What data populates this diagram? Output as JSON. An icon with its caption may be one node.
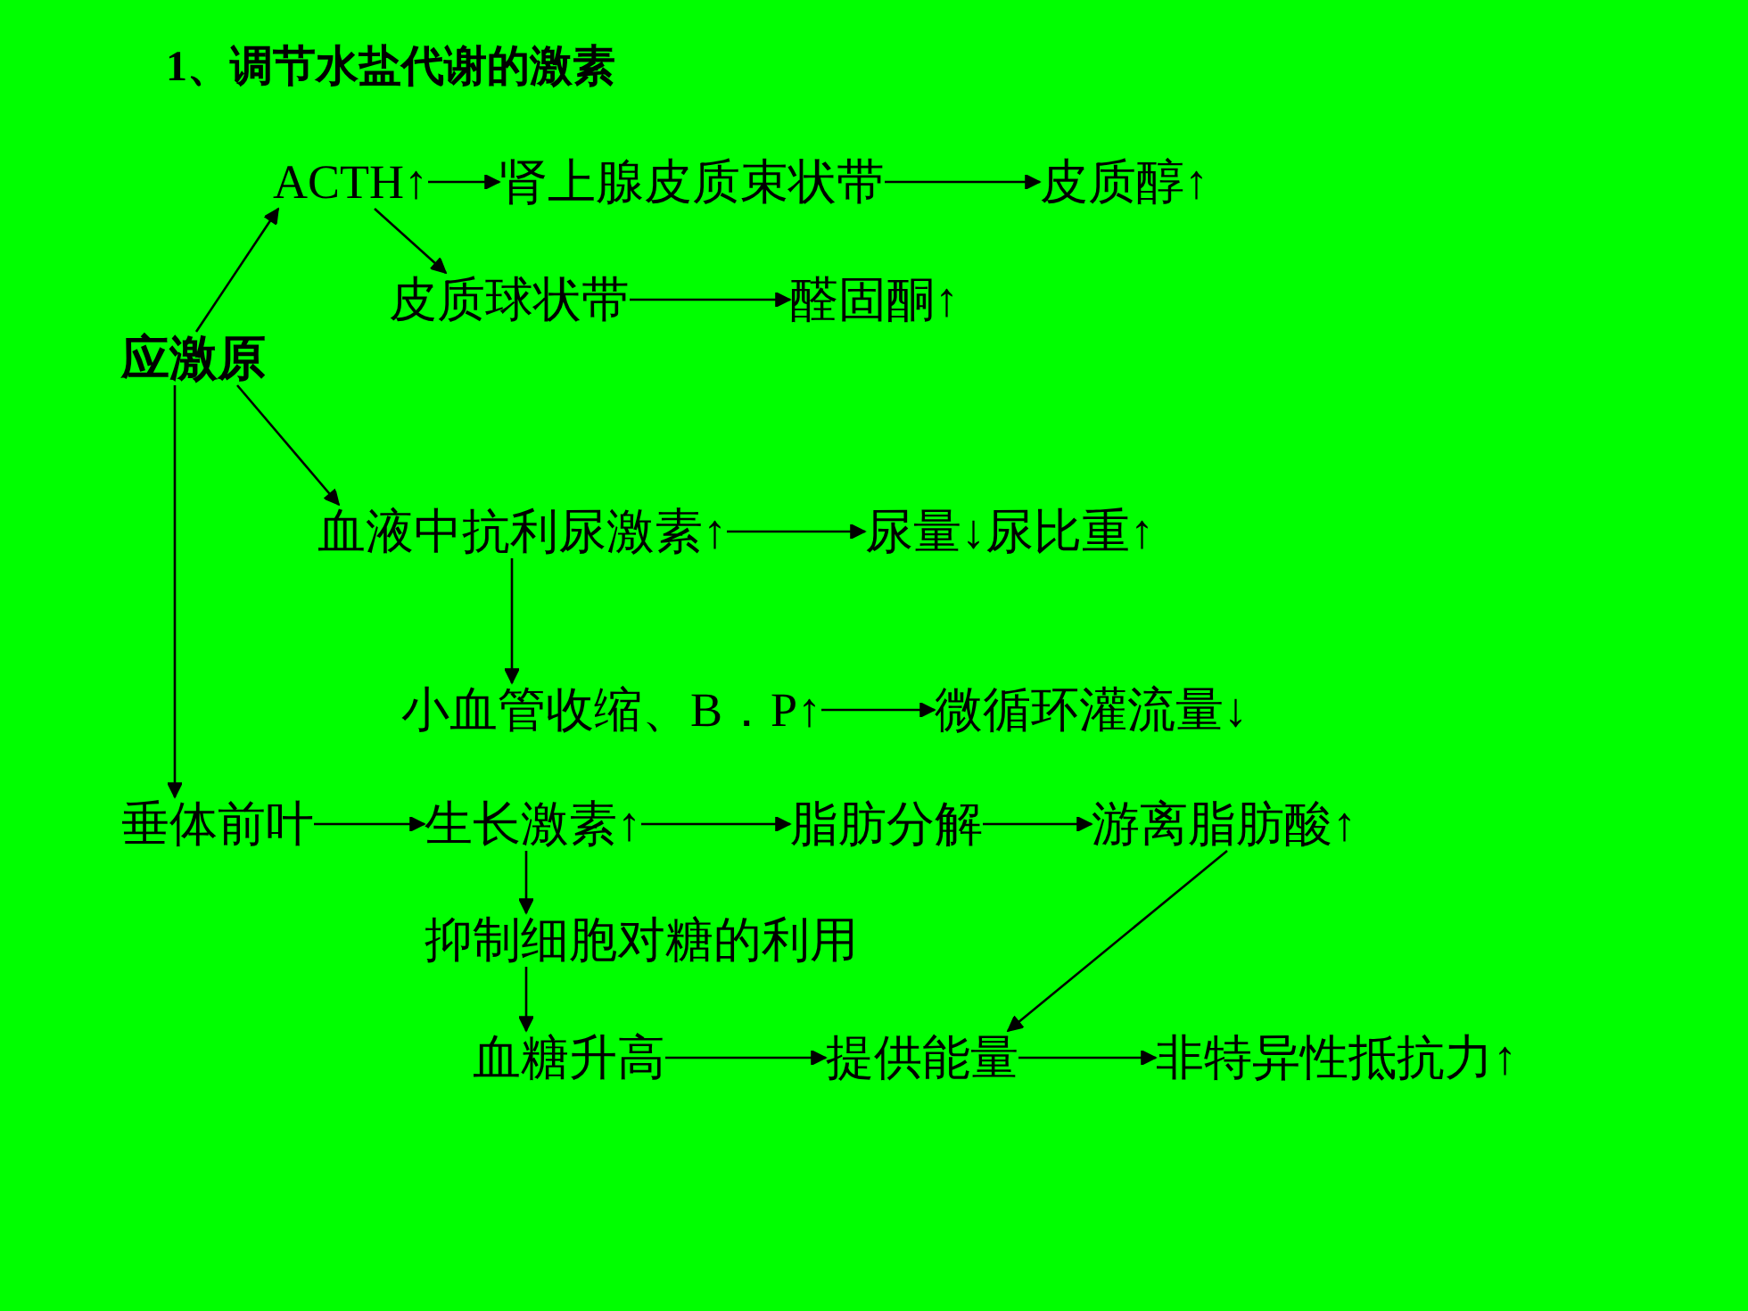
{
  "diagram": {
    "title": "1、调节水盐代谢的激素",
    "nodes": [
      {
        "text": [
          "应激原"
        ]
      },
      {
        "text": [
          "ACTH↑"
        ]
      },
      {
        "text": [
          "肾上腺皮质束状带"
        ]
      },
      {
        "text": [
          "皮质醇↑"
        ]
      },
      {
        "text": [
          "皮质球状带"
        ]
      },
      {
        "text": [
          "醛固酮↑"
        ]
      },
      {
        "text": [
          "血液中抗利尿激素↑"
        ]
      },
      {
        "text": [
          "尿量↓尿比重↑"
        ]
      },
      {
        "text": [
          "小血管收缩、B．P↑"
        ]
      },
      {
        "text": [
          "微循环灌流量↓"
        ]
      },
      {
        "text": [
          "垂体前叶"
        ]
      },
      {
        "text": [
          "生长激素↑"
        ]
      },
      {
        "text": [
          "脂肪分解"
        ]
      },
      {
        "text": [
          "游离脂肪酸↑"
        ]
      },
      {
        "text": [
          "抑制细胞对糖的利用"
        ]
      },
      {
        "text": [
          "血糖升高"
        ]
      },
      {
        "text": [
          "提供能量"
        ]
      },
      {
        "text": [
          "非特异性抵抗力↑"
        ]
      }
    ],
    "edges": [
      {
        "from": 0,
        "to": 1,
        "arrow": "to"
      },
      {
        "from": 1,
        "to": 2,
        "arrow": "to"
      },
      {
        "from": 2,
        "to": 3,
        "arrow": "to"
      },
      {
        "from": 1,
        "to": 4,
        "arrow": "to"
      },
      {
        "from": 4,
        "to": 5,
        "arrow": "to"
      },
      {
        "from": 0,
        "to": 6,
        "arrow": "to"
      },
      {
        "from": 6,
        "to": 7,
        "arrow": "to"
      },
      {
        "from": 6,
        "to": 8,
        "arrow": "to"
      },
      {
        "from": 8,
        "to": 9,
        "arrow": "to"
      },
      {
        "from": 0,
        "to": 10,
        "arrow": "to"
      },
      {
        "from": 10,
        "to": 11,
        "arrow": "to"
      },
      {
        "from": 11,
        "to": 12,
        "arrow": "to"
      },
      {
        "from": 12,
        "to": 13,
        "arrow": "to"
      },
      {
        "from": 11,
        "to": 14,
        "arrow": "to"
      },
      {
        "from": 14,
        "to": 15,
        "arrow": "to"
      },
      {
        "from": 13,
        "to": 16,
        "arrow": "to"
      },
      {
        "from": 15,
        "to": 16,
        "arrow": "to"
      },
      {
        "from": 16,
        "to": 17,
        "arrow": "to"
      }
    ]
  }
}
